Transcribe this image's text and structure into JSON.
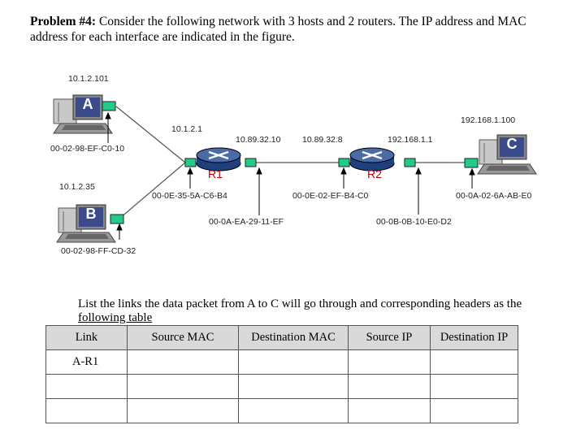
{
  "problem": {
    "label": "Problem #4:",
    "text": " Consider the following network with 3 hosts and 2 routers. The IP address and MAC address for each interface are indicated in the figure."
  },
  "hosts": {
    "a": {
      "letter": "A",
      "ip": "10.1.2.101",
      "mac": "00-02-98-EF-C0-10"
    },
    "b": {
      "letter": "B",
      "ip": "10.1.2.35",
      "mac": "00-02-98-FF-CD-32"
    },
    "c": {
      "letter": "C",
      "ip": "192.168.1.100",
      "mac": "00-0A-02-6A-AB-E0"
    }
  },
  "routers": {
    "r1": {
      "name": "R1",
      "left_ip": "10.1.2.1",
      "left_mac": "00-0E-35-5A-C6-B4",
      "right_ip": "10.89.32.10",
      "right_mac": "00-0A-EA-29-11-EF"
    },
    "r2": {
      "name": "R2",
      "left_ip": "10.89.32.8",
      "left_mac": "00-0E-02-EF-B4-C0",
      "right_ip": "192.168.1.1",
      "right_mac": "00-0B-0B-10-E0-D2"
    }
  },
  "instruction": {
    "line1": "List the links the data packet from A to C will go through and corresponding headers as the",
    "line2": "following table"
  },
  "table": {
    "headers": [
      "Link",
      "Source MAC",
      "Destination MAC",
      "Source IP",
      "Destination IP"
    ],
    "rows": [
      [
        "A-R1",
        "",
        "",
        "",
        ""
      ],
      [
        "",
        "",
        "",
        "",
        ""
      ],
      [
        "",
        "",
        "",
        "",
        ""
      ]
    ]
  },
  "colors": {
    "interface": "#22cc88",
    "router": "#1f3f7f",
    "label_red": "#c00000"
  }
}
